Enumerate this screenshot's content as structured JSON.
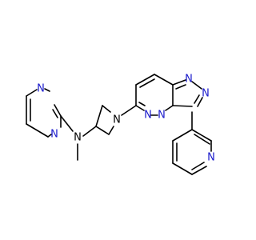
{
  "molecule": {
    "atoms": [
      {
        "id": "n_pyr_a",
        "symbol": "N",
        "color": "#1a1acc"
      },
      {
        "id": "n_pyr_b",
        "symbol": "N",
        "color": "#1a1acc"
      },
      {
        "id": "n_amine",
        "symbol": "N",
        "color": "#000000"
      },
      {
        "id": "n_azet",
        "symbol": "N",
        "color": "#000000"
      },
      {
        "id": "n_pyd_a",
        "symbol": "N",
        "color": "#1a1acc"
      },
      {
        "id": "n_pyd_b",
        "symbol": "N",
        "color": "#1a1acc"
      },
      {
        "id": "n_tri_a",
        "symbol": "N",
        "color": "#1a1acc"
      },
      {
        "id": "n_tri_b",
        "symbol": "N",
        "color": "#1a1acc"
      },
      {
        "id": "n_pyridine",
        "symbol": "N",
        "color": "#1a1acc"
      }
    ],
    "colors": {
      "bond": "#000000",
      "hetero_nitrogen": "#1a1acc",
      "background": "#ffffff"
    }
  }
}
